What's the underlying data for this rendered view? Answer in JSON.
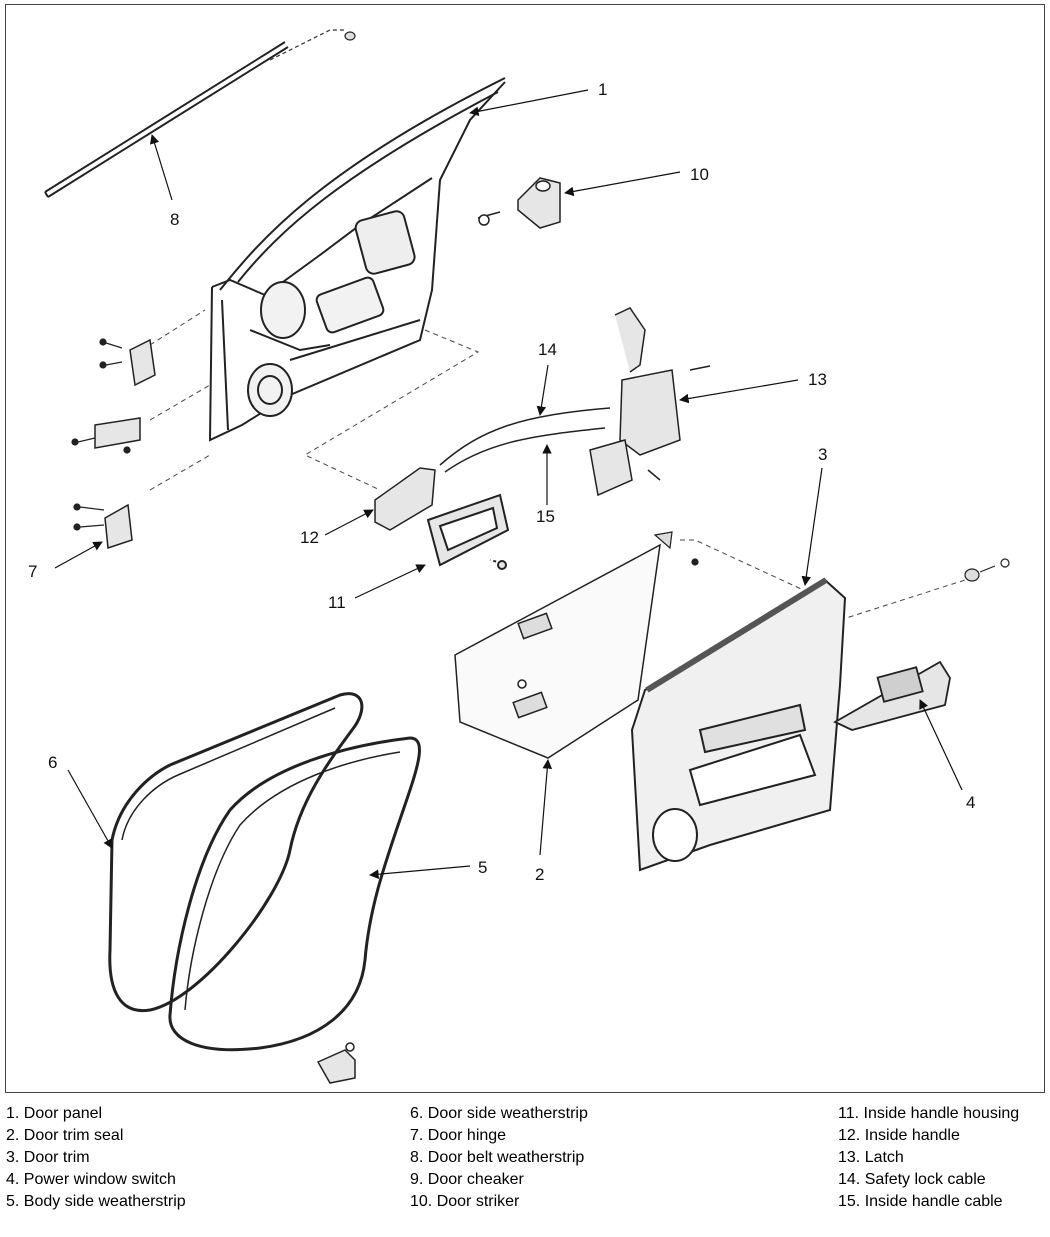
{
  "callouts": [
    "1",
    "2",
    "3",
    "4",
    "5",
    "6",
    "7",
    "8",
    "10",
    "11",
    "12",
    "13",
    "14",
    "15"
  ],
  "legend": {
    "col1": [
      "1. Door panel",
      "2. Door trim seal",
      "3. Door trim",
      "4. Power window switch",
      "5. Body side weatherstrip"
    ],
    "col2": [
      "6. Door side weatherstrip",
      "7. Door hinge",
      "8. Door belt weatherstrip",
      "9. Door cheaker",
      "10. Door striker"
    ],
    "col3": [
      "11. Inside handle housing",
      "12. Inside handle",
      "13. Latch",
      "14. Safety lock cable",
      "15. Inside handle cable"
    ]
  }
}
